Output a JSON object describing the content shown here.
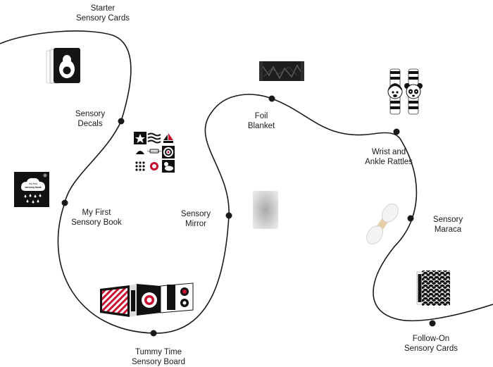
{
  "milestones": [
    {
      "id": "starter-sensory-cards",
      "line1": "Starter",
      "line2": "Sensory Cards"
    },
    {
      "id": "sensory-decals",
      "line1": "Sensory",
      "line2": "Decals"
    },
    {
      "id": "my-first-sensory-book",
      "line1": "My First",
      "line2": "Sensory Book"
    },
    {
      "id": "tummy-time-sensory-board",
      "line1": "Tummy Time",
      "line2": "Sensory Board"
    },
    {
      "id": "sensory-mirror",
      "line1": "Sensory",
      "line2": "Mirror"
    },
    {
      "id": "foil-blanket",
      "line1": "Foil",
      "line2": "Blanket"
    },
    {
      "id": "wrist-and-ankle-rattles",
      "line1": "Wrist and",
      "line2": "Ankle Rattles"
    },
    {
      "id": "sensory-maraca",
      "line1": "Sensory",
      "line2": "Maraca"
    },
    {
      "id": "follow-on-sensory-cards",
      "line1": "Follow-On",
      "line2": "Sensory Cards"
    }
  ],
  "book_cover": {
    "line1": "my first",
    "line2": "sensory book"
  },
  "decal_sticker_text": "Sensory decals",
  "colors": {
    "line": "#1a1a1a",
    "text": "#1a1a1a",
    "accent": "#c8102e",
    "mirror": "#c9c9c9"
  }
}
